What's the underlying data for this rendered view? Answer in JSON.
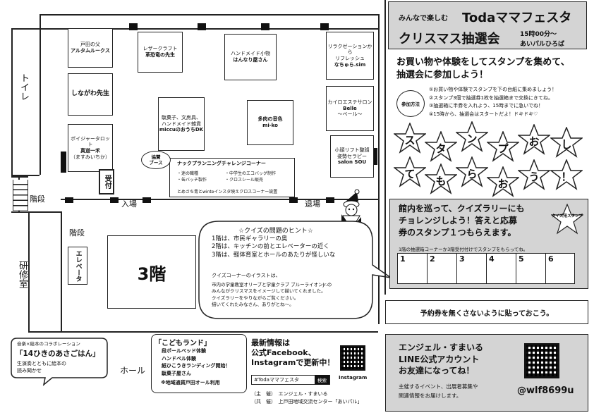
{
  "header": {
    "tagline": "みんなで楽しむ",
    "event_title": "Todaママフェスタ",
    "lottery_title": "クリスマス抽選会",
    "time": "15時00分～",
    "place": "あいパルひろば"
  },
  "intro": {
    "line1": "お買い物や体験をしてスタンプを集めて、",
    "line2": "抽選会に参加しよう！"
  },
  "how_to": {
    "badge": "参加方法",
    "steps": [
      "①お買い物や体験でスタンプを下の台紙に集めましょう！",
      "②スタンプ3個で抽選券1枚を抽選箱まで交換にきてね。",
      "③抽選箱に半券を入れよう、15時までに急いでね！",
      "④15時から、抽選会はスタートだよ！ドキドキ♡"
    ]
  },
  "stamps": [
    "ス",
    "タ",
    "ン",
    "プ",
    "お",
    "し",
    "て",
    "も",
    "ら",
    "お",
    "う",
    "！"
  ],
  "quiz": {
    "line1": "館内を巡って、クイズラリーにも",
    "line2": "チョレンジしよう！答えと応募",
    "line3": "券のスタンプ１つもらえます。",
    "badge": "クイズ用スタンプ",
    "note": "1階の抽選箱コーナーか3階受付付けでスタンプをもらってね。",
    "cells": [
      "1",
      "2",
      "3",
      "4",
      "5",
      "6"
    ]
  },
  "reserve_note": "予約券を無くさないように貼っておこう。",
  "angel": {
    "line1": "エンジェル・すまいる",
    "line2": "LINE公式アカウント",
    "line3": "お友達になってね！",
    "desc1": "主催するイベント、出展者募集や",
    "desc2": "関連情報をお届けします。",
    "handle": "@wlf8699u"
  },
  "map": {
    "booths": {
      "altam": [
        "戸田の父",
        "アルタムルークス"
      ],
      "leather": [
        "レザークラフト",
        "革恐竜の先生"
      ],
      "hanari": [
        "ハンドメイド小物",
        "はんなり屋さん"
      ],
      "nachura": [
        "リラクゼーションから",
        "リフレッシュ",
        "なちゅら.sim"
      ],
      "nagawa": "しながわ先生",
      "micco": [
        "駄菓子、文房具、",
        "ハンドメイド雑貨",
        "miccuのおうちDK"
      ],
      "miko": [
        "多肉の音色",
        "mi-ko"
      ],
      "belle": [
        "カイロエステサロン",
        "Belle",
        "～ベール～"
      ],
      "boy": [
        "ボイジャータロット",
        "真道一禾",
        "（ますみいちか）"
      ],
      "salon": [
        "小顔リフト整顔",
        "姿勢セラピー",
        "salon SOU"
      ]
    },
    "cooperation": [
      "協賛",
      "ブース"
    ],
    "knapp": {
      "title": "ナックプランニングチャレンジコーナー",
      "items": [
        "・迷の職種",
        "・中学生のエコバッグ制作",
        "・缶バッチ製作",
        "・クロスシール販売",
        "とめさち青とwinteインスタ映えクロスコーナー設置"
      ]
    },
    "reception": "受付",
    "toilet": "トイレ",
    "stairs": "階段",
    "entrance": "入場",
    "exit": "退場",
    "stairs2": "階段",
    "elevator": "エレベータ",
    "floor": "3階",
    "training": "研修室",
    "hall": "ホール"
  },
  "hint": {
    "title": "☆クイズの問題のヒント☆",
    "lines": [
      "1階は、市民ギャラリーの奥",
      "2階は、キッチンの前とエレベーターの近く",
      "3階は、軽体育室とホールのあたりが怪しいな"
    ],
    "illust": "クイズコーナーのイラストは、",
    "credits": [
      "市内の学童教室オリーブと学童クラブ ブルーライオンJr.の",
      "みんながクリスマスをイメージして描いてくれました。",
      "クイズラリーをやりながらご覧ください。",
      "描いてくれたみなさん、ありがとね～。"
    ]
  },
  "picture_book": {
    "line1": "音楽×絵本のコラボレーション",
    "title": "「14ひきのあさごはん」",
    "line3": "生演奏とともに絵本の",
    "line4": "読み聞かせ"
  },
  "kids": {
    "title": "「こどもランド」",
    "items": [
      "段ボールベッド体験",
      "ハンドベル体験",
      "紙ひこうきランディング開始！",
      "駄菓子屋さん"
    ],
    "note": "※地域通貨戸田オール利用"
  },
  "news": {
    "line1": "最新情報は",
    "line2": "公式Facebook、",
    "line3": "Instagramで更新中！",
    "tag": "#Todaママフェスタ",
    "search": "検索",
    "insta": "Instagram"
  },
  "organizers": {
    "main_label": "（主　催）",
    "main": "エンジェル・すまいる",
    "co_label": "（共　催）",
    "co": "上戸田地域交流センター「あいパル」"
  }
}
